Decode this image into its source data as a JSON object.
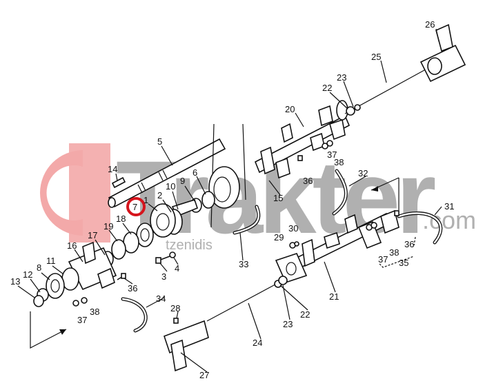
{
  "watermark": {
    "brand": "Trakter",
    "suffix": ".com",
    "sub": "tzenidis",
    "logo_color": "#f2a0a0",
    "text_color": "#a8a8a8"
  },
  "highlight": {
    "part": "7",
    "color": "#d6141c"
  },
  "parts": {
    "p1": "1",
    "p2": "2",
    "p3": "3",
    "p4": "4",
    "p5": "5",
    "p6": "6",
    "p7": "7",
    "p8": "8",
    "p9": "9",
    "p10": "10",
    "p11": "11",
    "p12": "12",
    "p13": "13",
    "p14": "14",
    "p15": "15",
    "p16": "16",
    "p17": "17",
    "p18": "18",
    "p19": "19",
    "p20": "20",
    "p21": "21",
    "p22a": "22",
    "p22b": "22",
    "p23a": "23",
    "p23b": "23",
    "p24": "24",
    "p25": "25",
    "p26": "26",
    "p27": "27",
    "p28": "28",
    "p29": "29",
    "p30": "30",
    "p31": "31",
    "p32": "32",
    "p33": "33",
    "p34": "34",
    "p35": "35",
    "p36a": "36",
    "p36b": "36",
    "p36c": "36",
    "p37a": "37",
    "p37b": "37",
    "p37c": "37",
    "p38a": "38",
    "p38b": "38",
    "p38c": "38"
  }
}
